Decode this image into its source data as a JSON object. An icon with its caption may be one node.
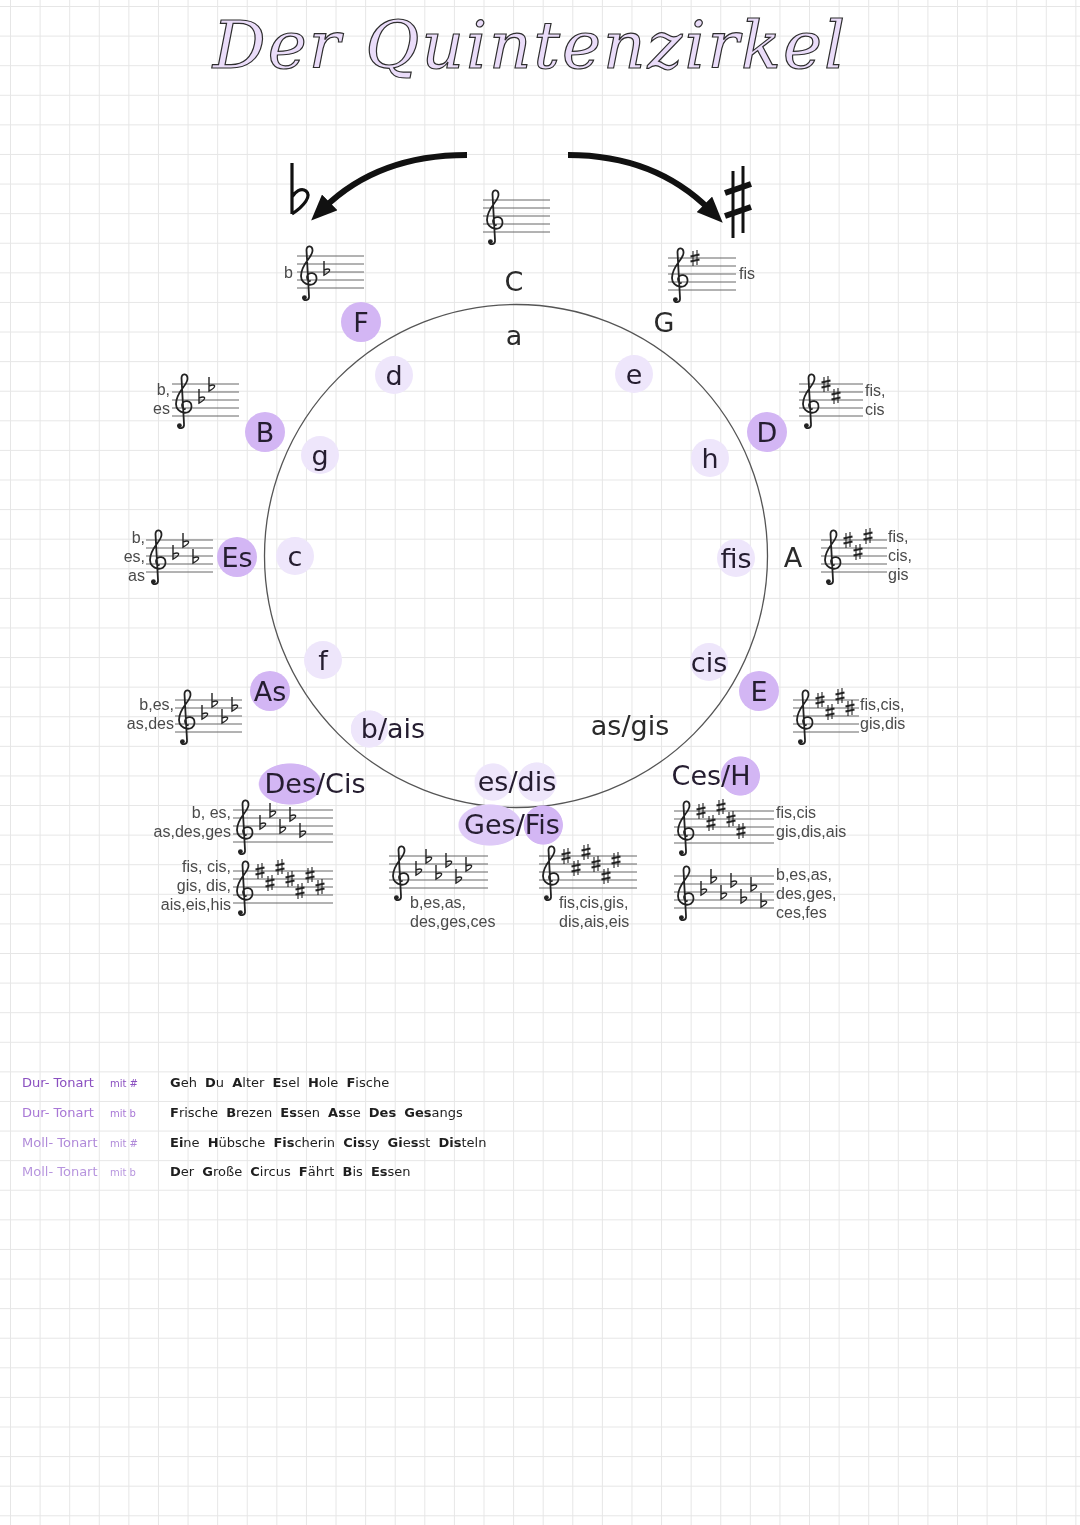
{
  "diagram": {
    "title": "Der Quintenzirkel",
    "nodes": [
      {
        "text": [
          "F"
        ]
      },
      {
        "text": [
          "d"
        ]
      },
      {
        "text": [
          "e"
        ]
      },
      {
        "text": [
          "B"
        ]
      },
      {
        "text": [
          "D"
        ]
      },
      {
        "text": [
          "g"
        ]
      },
      {
        "text": [
          "h"
        ]
      },
      {
        "text": [
          "Es"
        ]
      },
      {
        "text": [
          "c"
        ]
      },
      {
        "text": [
          "fis"
        ]
      },
      {
        "text": [
          "f"
        ]
      },
      {
        "text": [
          "cis"
        ]
      },
      {
        "text": [
          "As"
        ]
      },
      {
        "text": [
          "E"
        ]
      },
      {
        "text": [
          "b/ais"
        ]
      },
      {
        "text": [
          "Des/Cis"
        ]
      },
      {
        "text": [
          "es/dis"
        ]
      },
      {
        "text": [
          "Ces/H"
        ]
      },
      {
        "text": [
          "Ges/Fis"
        ]
      }
    ],
    "labels": [
      "b",
      "C",
      "fis",
      "G",
      "a",
      "b, es",
      "fis, cis",
      "b, es, as",
      "A",
      "fis, cis, gis",
      "b,es, as,des",
      "as/gis",
      "fis,cis, gis,dis",
      "b, es, as,des,ges",
      "fis,cis gis,dis,ais",
      "fis, cis, gis, dis, ais,eis,his",
      "b,es,as, des,ges, ces,fes",
      "b,es,as, des,ges,ces",
      "fis,cis,gis, dis,ais,eis",
      "Dur- Tonart",
      "mit #",
      "**G**eh **D**u **A**lter **E**sel **H**ole **F**ische",
      "Dur- Tonart",
      "mit b",
      "**F**rische **B**rezen **Es**sen **As**se **Des** **Ges**angs",
      "Moll- Tonart",
      "mit #",
      "**Ei**ne **H**übsche **Fis**cherin **Cis**sy **Gi**e**s**st **Dis**teln",
      "Moll- Tonart",
      "mit b",
      "**D**er **G**roße **C**ircus **F**ährt **B**is **Es**sen"
    ]
  }
}
